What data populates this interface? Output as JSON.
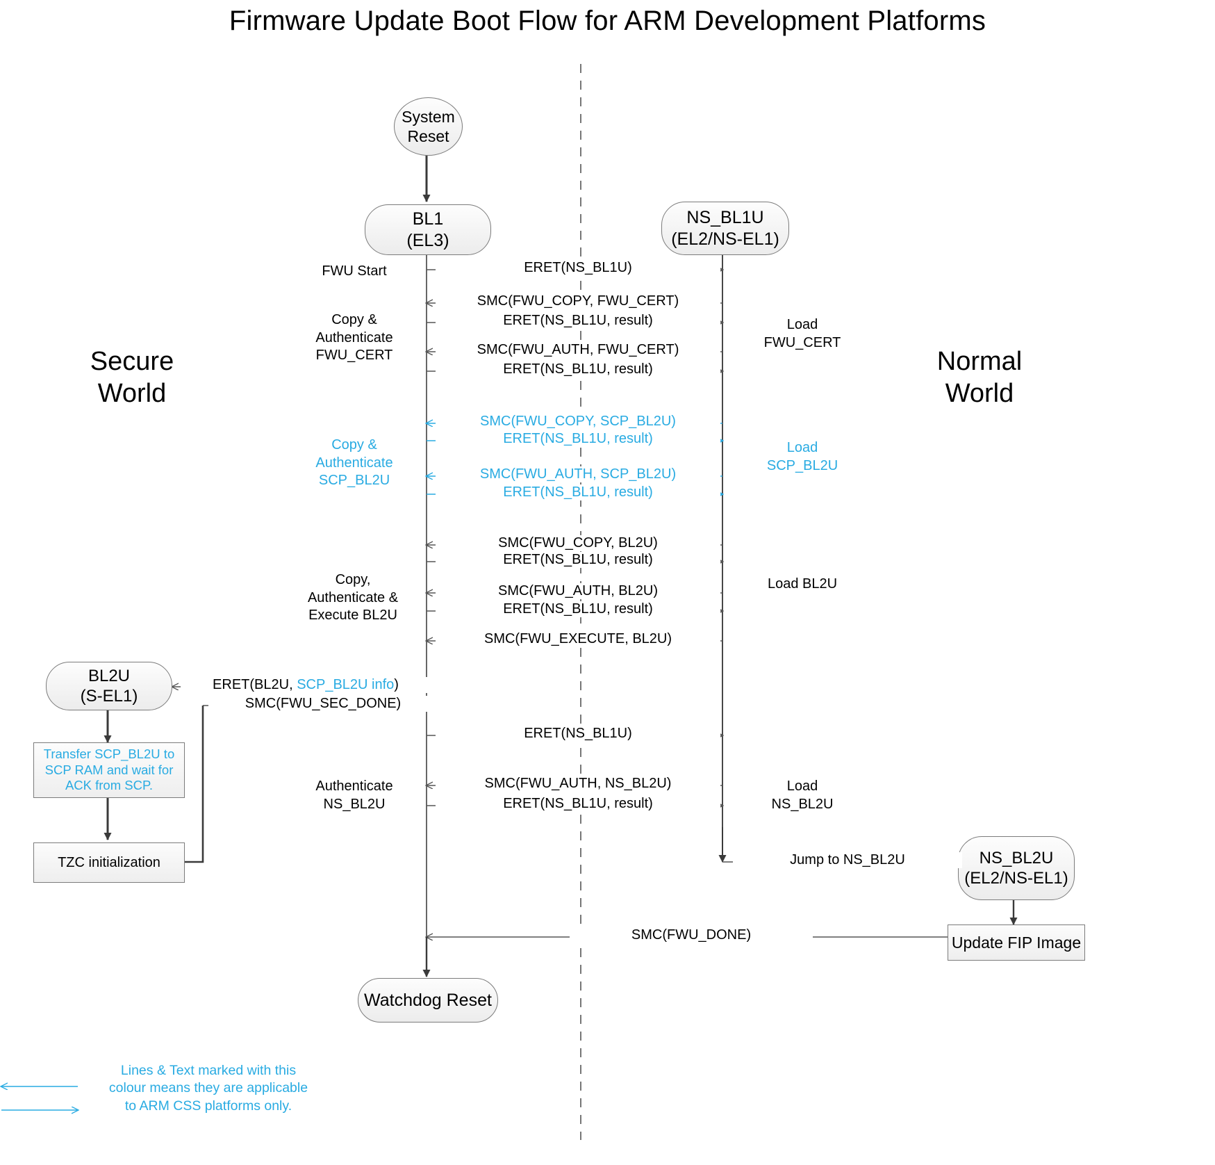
{
  "title": "Firmware Update Boot Flow for ARM Development Platforms",
  "colors": {
    "cyan": "#29abe2",
    "line": "#3a3a3a",
    "node_border": "#7b7b7b"
  },
  "worlds": {
    "secure": "Secure\nWorld",
    "secure_l1": "Secure",
    "secure_l2": "World",
    "normal_l1": "Normal",
    "normal_l2": "World"
  },
  "nodes": {
    "system_reset": {
      "l1": "System",
      "l2": "Reset"
    },
    "bl1": {
      "l1": "BL1",
      "l2": "(EL3)"
    },
    "ns_bl1u": {
      "l1": "NS_BL1U",
      "l2": "(EL2/NS-EL1)"
    },
    "bl2u": {
      "l1": "BL2U",
      "l2": "(S-EL1)"
    },
    "ns_bl2u": {
      "l1": "NS_BL2U",
      "l2": "(EL2/NS-EL1)"
    },
    "watchdog": {
      "l1": "Watchdog Reset"
    },
    "transfer_scp": {
      "l1": "Transfer SCP_BL2U to",
      "l2": "SCP RAM and wait for",
      "l3": "ACK from SCP."
    },
    "tzc": {
      "l1": "TZC initialization"
    },
    "update_fip": {
      "l1": "Update FIP Image"
    }
  },
  "left_labels": [
    {
      "id": "fwu-start",
      "lines": [
        "FWU Start"
      ],
      "cyan": false
    },
    {
      "id": "copy-auth-fwu-cert",
      "lines": [
        "Copy &",
        "Authenticate",
        "FWU_CERT"
      ],
      "cyan": false
    },
    {
      "id": "copy-auth-scp-bl2u",
      "lines": [
        "Copy &",
        "Authenticate",
        "SCP_BL2U"
      ],
      "cyan": true
    },
    {
      "id": "copy-auth-exec-bl2u",
      "lines": [
        "Copy,",
        "Authenticate &",
        "Execute BL2U"
      ],
      "cyan": false
    },
    {
      "id": "authenticate-ns-bl2u",
      "lines": [
        "Authenticate",
        "NS_BL2U"
      ],
      "cyan": false
    }
  ],
  "right_labels": [
    {
      "id": "load-fwu-cert",
      "lines": [
        "Load",
        "FWU_CERT"
      ],
      "cyan": false
    },
    {
      "id": "load-scp-bl2u",
      "lines": [
        "Load",
        "SCP_BL2U"
      ],
      "cyan": true
    },
    {
      "id": "load-bl2u",
      "lines": [
        "Load BL2U"
      ],
      "cyan": false
    },
    {
      "id": "load-ns-bl2u",
      "lines": [
        "Load",
        "NS_BL2U"
      ],
      "cyan": false
    }
  ],
  "messages": [
    {
      "id": "m1",
      "text": "ERET(NS_BL1U)",
      "dir": "right",
      "cyan": false
    },
    {
      "id": "m2",
      "text": "SMC(FWU_COPY, FWU_CERT)",
      "dir": "left",
      "cyan": false
    },
    {
      "id": "m3",
      "text": "ERET(NS_BL1U, result)",
      "dir": "right",
      "cyan": false
    },
    {
      "id": "m4",
      "text": "SMC(FWU_AUTH, FWU_CERT)",
      "dir": "left",
      "cyan": false
    },
    {
      "id": "m5",
      "text": "ERET(NS_BL1U, result)",
      "dir": "right",
      "cyan": false
    },
    {
      "id": "m6",
      "text": "SMC(FWU_COPY, SCP_BL2U)",
      "dir": "left",
      "cyan": true
    },
    {
      "id": "m7",
      "text": "ERET(NS_BL1U, result)",
      "dir": "right",
      "cyan": true
    },
    {
      "id": "m8",
      "text": "SMC(FWU_AUTH, SCP_BL2U)",
      "dir": "left",
      "cyan": true
    },
    {
      "id": "m9",
      "text": "ERET(NS_BL1U, result)",
      "dir": "right",
      "cyan": true
    },
    {
      "id": "m10",
      "text": "SMC(FWU_COPY, BL2U)",
      "dir": "left",
      "cyan": false
    },
    {
      "id": "m11",
      "text": "ERET(NS_BL1U, result)",
      "dir": "right",
      "cyan": false
    },
    {
      "id": "m12",
      "text": "SMC(FWU_AUTH, BL2U)",
      "dir": "left",
      "cyan": false
    },
    {
      "id": "m13",
      "text": "ERET(NS_BL1U, result)",
      "dir": "right",
      "cyan": false
    },
    {
      "id": "m14",
      "text": "SMC(FWU_EXECUTE, BL2U)",
      "dir": "left",
      "cyan": false
    },
    {
      "id": "m15",
      "text": "ERET(NS_BL1U)",
      "dir": "right",
      "cyan": false
    },
    {
      "id": "m16",
      "text": "SMC(FWU_AUTH, NS_BL2U)",
      "dir": "left",
      "cyan": false
    },
    {
      "id": "m17",
      "text": "ERET(NS_BL1U, result)",
      "dir": "right",
      "cyan": false
    }
  ],
  "eret_bl2u": {
    "pre": "ERET(BL2U, ",
    "cyan": "SCP_BL2U info",
    "post": ")"
  },
  "smc_fwu_sec_done": "SMC(FWU_SEC_DONE)",
  "jump_to_ns_bl2u": "Jump to NS_BL2U",
  "smc_fwu_done": "SMC(FWU_DONE)",
  "legend": {
    "l1": "Lines & Text marked with this",
    "l2": "colour means they are applicable",
    "l3": "to ARM CSS platforms only."
  }
}
